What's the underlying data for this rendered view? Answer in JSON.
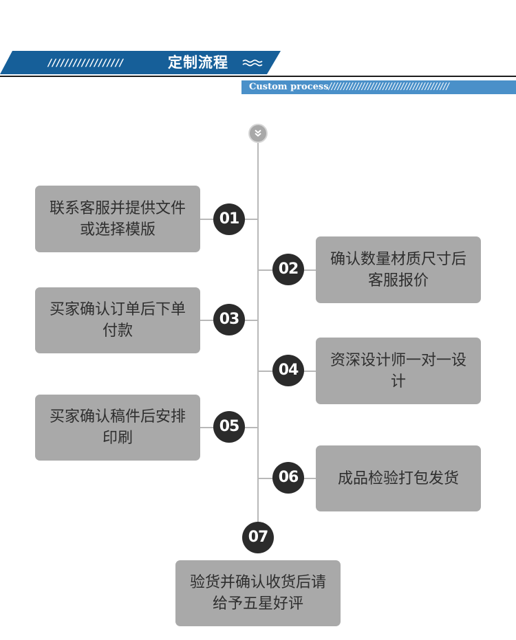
{
  "header": {
    "slashes": "//////////////////",
    "title": "定制流程",
    "wave_icon": "wave-icon",
    "subtitle": "Custom process",
    "subtitle_slashes": "////////////////////////////////////////",
    "colors": {
      "banner": "#165f99",
      "sub_banner": "#4a90c9"
    }
  },
  "timeline": {
    "top_icon": "double-chevron-down-icon",
    "steps": [
      {
        "number": "01",
        "text": "联系客服并提供文件或选择模版",
        "side": "left"
      },
      {
        "number": "02",
        "text": "确认数量材质尺寸后客服报价",
        "side": "right"
      },
      {
        "number": "03",
        "text": "买家确认订单后下单付款",
        "side": "left"
      },
      {
        "number": "04",
        "text": "资深设计师一对一设计",
        "side": "right"
      },
      {
        "number": "05",
        "text": "买家确认稿件后安排印刷",
        "side": "left"
      },
      {
        "number": "06",
        "text": "成品检验打包发货",
        "side": "right"
      },
      {
        "number": "07",
        "text": "验货并确认收货后请给予五星好评",
        "side": "bottom"
      }
    ]
  }
}
